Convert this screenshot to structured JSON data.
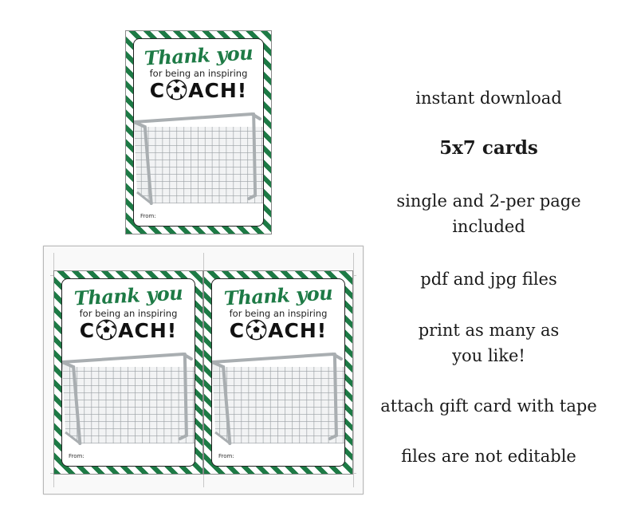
{
  "card": {
    "thank_you": "Thank you",
    "subline": "for being an inspiring",
    "coach_c": "C",
    "coach_rest": "ACH!",
    "from": "From:",
    "stripe_color": "#1d7a45",
    "ball_icon": "soccer-ball-icon",
    "goal_icon": "soccer-goal-icon"
  },
  "features": {
    "instant_download": "instant download",
    "size": "5x7 cards",
    "pages_line1": "single and 2-per page",
    "pages_line2": "included",
    "files": "pdf and jpg files",
    "print_line1": "print as many as",
    "print_line2": "you like!",
    "attach": "attach gift card with tape",
    "editable": "files are not editable"
  }
}
